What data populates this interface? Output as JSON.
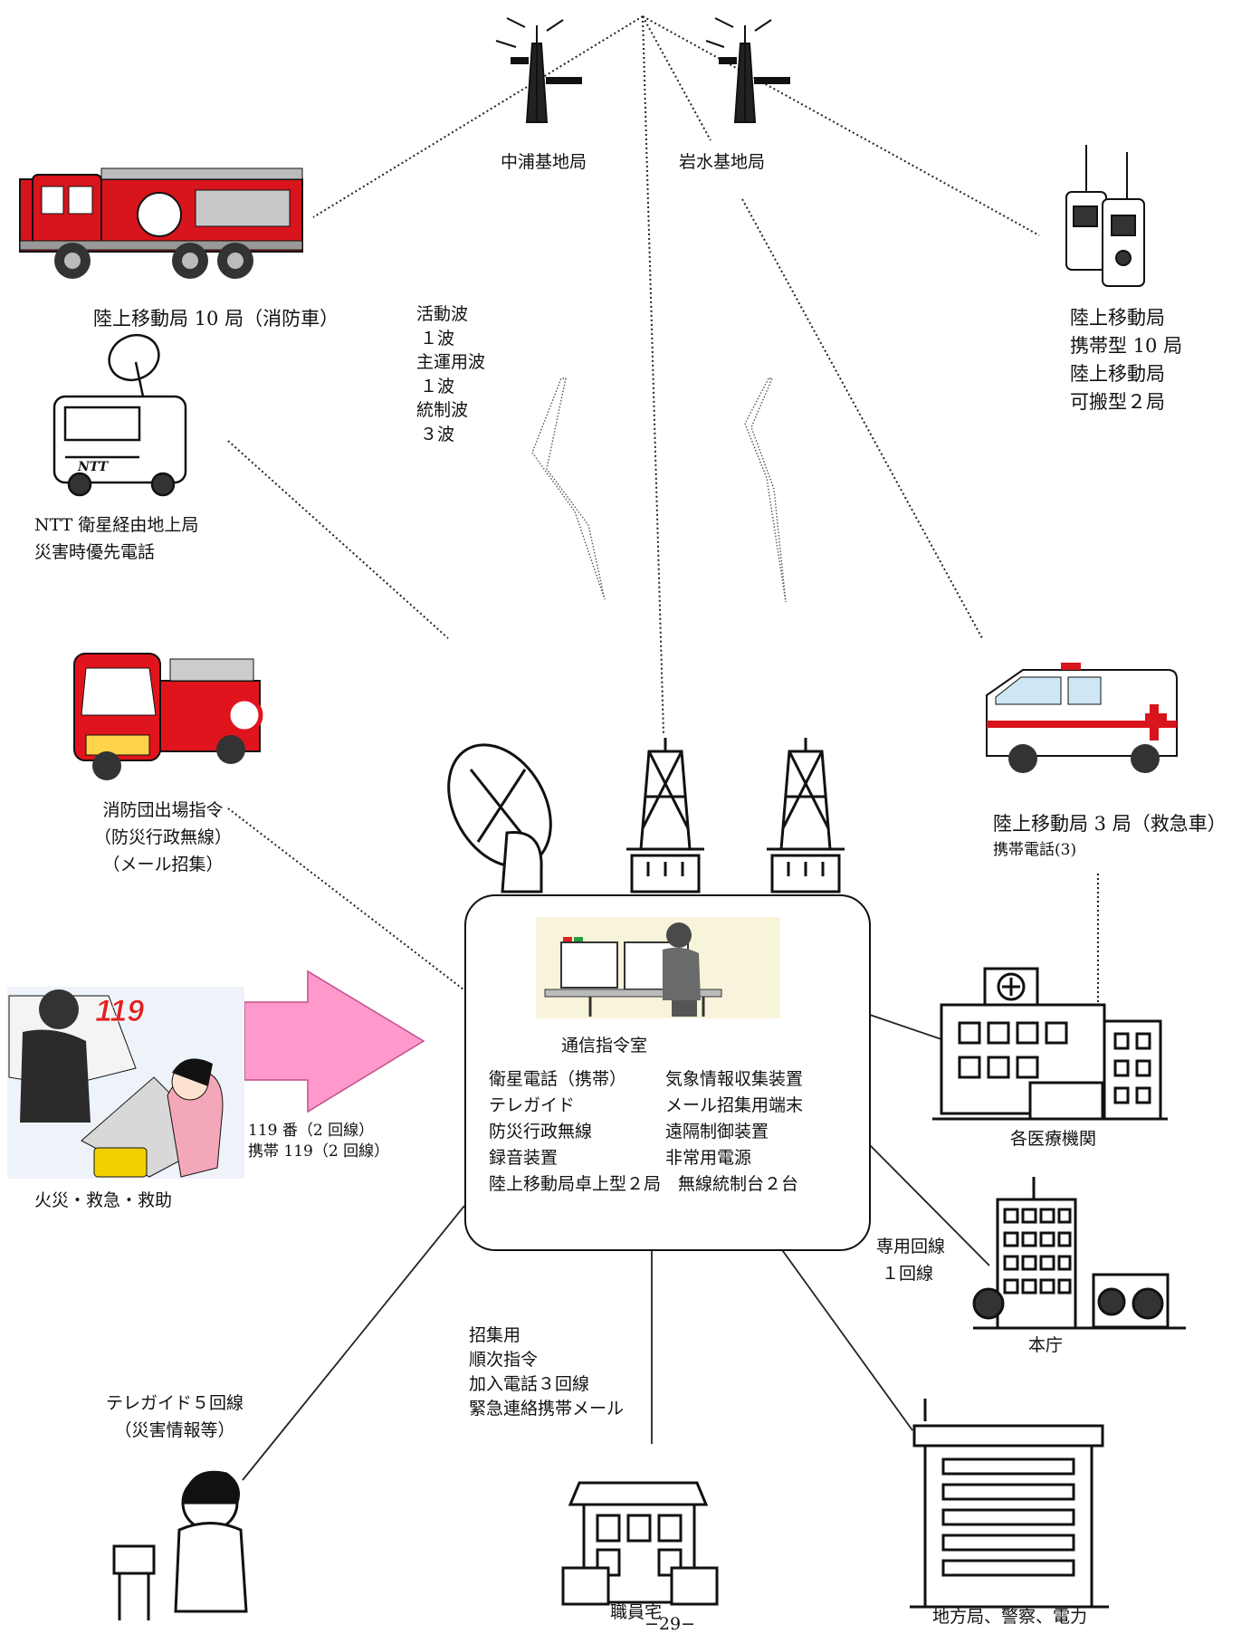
{
  "page_number": "−29−",
  "base_stations": {
    "nakaura": "中浦基地局",
    "iwamizu": "岩水基地局"
  },
  "fire_truck_label": "陸上移動局 10 局（消防車）",
  "waves": [
    "活動波",
    "１波",
    "主運用波",
    "１波",
    "統制波",
    "３波"
  ],
  "portable_label": [
    "陸上移動局",
    "携帯型 10 局",
    "陸上移動局",
    "可搬型２局"
  ],
  "ntt_label": [
    "NTT 衛星経由地上局",
    "災害時優先電話"
  ],
  "fire_brigade_label": [
    "消防団出場指令",
    "（防災行政無線）",
    "（メール招集）"
  ],
  "ambulance_label": {
    "line1": "陸上移動局 3 局（救急車）",
    "line2": "携帯電話(3)"
  },
  "center": {
    "title": "通信指令室",
    "equipment_left": [
      "衛星電話（携帯）",
      "テレガイド",
      "防災行政無線",
      "録音装置"
    ],
    "equipment_right": [
      "気象情報収集装置",
      "メール招集用端末",
      "遠隔制御装置",
      "非常用電源"
    ],
    "equipment_bottom": "陸上移動局卓上型２局　無線統制台２台"
  },
  "emergency_call": {
    "lines": [
      "119 番（2 回線）",
      "携帯 119（2 回線）"
    ],
    "caption": "火災・救急・救助",
    "badge": "119"
  },
  "hospitals_label": "各医療機関",
  "dedicated_line": [
    "専用回線",
    "１回線"
  ],
  "city_hall_label": "本庁",
  "teleguide_label": [
    "テレガイド５回線",
    "（災害情報等）"
  ],
  "staff_call": [
    "招集用",
    "順次指令",
    "加入電話３回線",
    "緊急連絡携帯メール"
  ],
  "staff_home_label": "職員宅",
  "agencies_label": "地方局、警察、電力",
  "colors": {
    "fire_red": "#d8141c",
    "arrow_pink": "#ff99cc",
    "line": "#222222"
  }
}
